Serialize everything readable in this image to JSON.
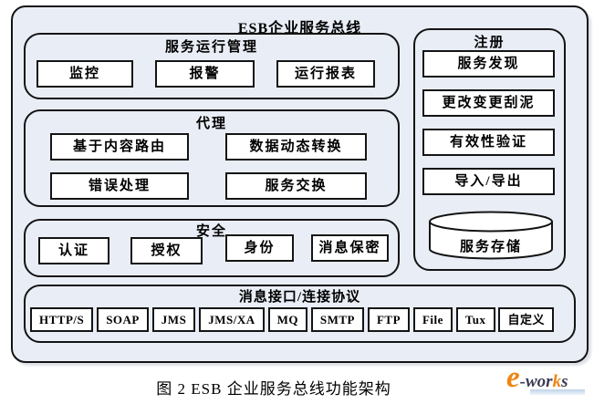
{
  "diagram": {
    "title": "ESB企业服务总线",
    "service_mgmt": {
      "title": "服务运行管理",
      "items": [
        "监控",
        "报警",
        "运行报表"
      ]
    },
    "proxy": {
      "title": "代理",
      "items": [
        "基于内容路由",
        "数据动态转换",
        "错误处理",
        "服务交换"
      ]
    },
    "security": {
      "title": "安全",
      "items": [
        "认证",
        "授权",
        "身份",
        "消息保密"
      ]
    },
    "registry": {
      "title": "注册",
      "items": [
        "服务发现",
        "更改变更刮泥",
        "有效性验证",
        "导入/导出"
      ],
      "storage_label": "服务存储"
    },
    "protocols": {
      "title": "消息接口/连接协议",
      "items": [
        "HTTP/S",
        "SOAP",
        "JMS",
        "JMS/XA",
        "MQ",
        "SMTP",
        "FTP",
        "File",
        "Tux",
        "自定义"
      ]
    }
  },
  "caption": "图 2 ESB 企业服务总线功能架构",
  "logo": {
    "e": "e",
    "wor": "-wor",
    "k": "k",
    "s": "s"
  },
  "colors": {
    "panel_bg": "#e9edf6",
    "border": "#141414",
    "box_bg": "#ffffff",
    "logo_orange": "#ef8512",
    "logo_dark": "#3c3c55"
  }
}
